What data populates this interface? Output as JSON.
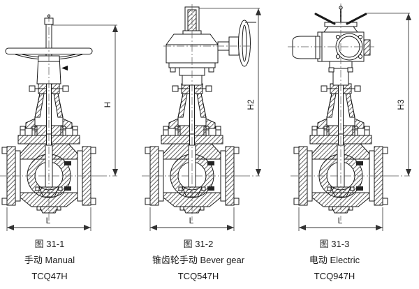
{
  "drawing": {
    "background": "#ffffff",
    "line_color": "#1a1a1a"
  },
  "figures": [
    {
      "figure_number": "图 31-1",
      "operation": "手动 Manual",
      "model": "TCQ47H",
      "height_label": "H",
      "length_label": "L"
    },
    {
      "figure_number": "图 31-2",
      "operation": "锥齿轮手动 Bever gear",
      "model": "TCQ547H",
      "height_label": "H2",
      "length_label": "L"
    },
    {
      "figure_number": "图 31-3",
      "operation": "电动 Electric",
      "model": "TCQ947H",
      "height_label": "H3",
      "length_label": "L"
    }
  ]
}
